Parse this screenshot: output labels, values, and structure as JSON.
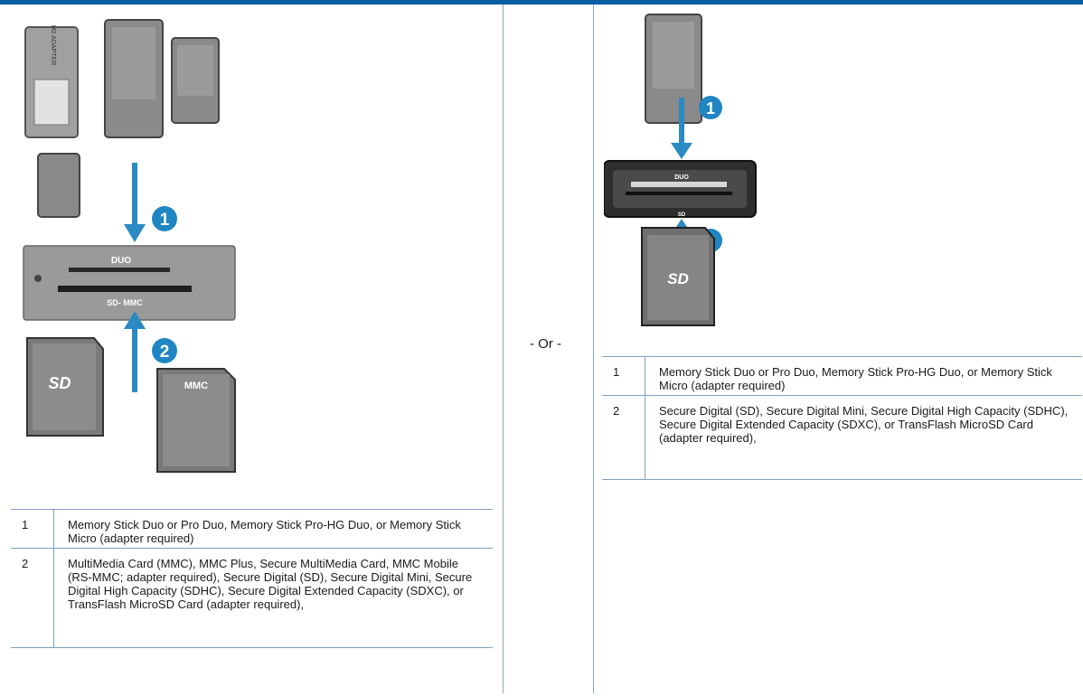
{
  "separator_text": "- Or -",
  "left": {
    "diagram": {
      "adapter_text": "M2 ADAPTER",
      "slot_top_label": "DUO",
      "slot_bottom_label": "SD- MMC",
      "sd_logo": "SD",
      "mmc_label": "MMC",
      "callout_1": "1",
      "callout_2": "2"
    },
    "rows": [
      {
        "num": "1",
        "text": "Memory Stick Duo or Pro Duo, Memory Stick Pro-HG Duo, or Memory Stick Micro (adapter required)"
      },
      {
        "num": "2",
        "text": "MultiMedia Card (MMC), MMC Plus, Secure MultiMedia Card, MMC Mobile (RS-MMC; adapter required), Secure Digital (SD), Secure Digital Mini, Secure Digital High Capacity (SDHC), Secure Digital Extended Capacity (SDXC), or TransFlash MicroSD Card (adapter required),"
      }
    ]
  },
  "right": {
    "diagram": {
      "slot_top_label": "DUO",
      "slot_bottom_label": "SD",
      "sd_logo": "SD",
      "callout_1": "1",
      "callout_2": "2"
    },
    "rows": [
      {
        "num": "1",
        "text": "Memory Stick Duo or Pro Duo, Memory Stick Pro-HG Duo, or Memory Stick Micro (adapter required)"
      },
      {
        "num": "2",
        "text": "Secure Digital (SD), Secure Digital Mini, Secure Digital High Capacity (SDHC), Secure Digital Extended Capacity (SDXC), or TransFlash MicroSD Card (adapter required),"
      }
    ]
  },
  "colors": {
    "accent": "#0b5fa5",
    "arrow": "#2b8ac2",
    "callout": "#1f86c3",
    "card": "#8a8a8a"
  }
}
